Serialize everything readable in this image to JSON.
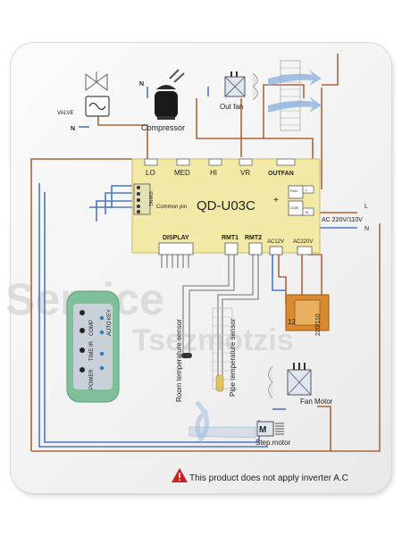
{
  "board": {
    "model": "QD-U03C",
    "plus": "+",
    "common_pin": "Common pin",
    "terminals": [
      "LO",
      "MED",
      "HI",
      "VR",
      "OUTFAN"
    ],
    "swing": "SWING",
    "display": "DISPLAY",
    "rmt1": "RMT1",
    "rmt2": "RMT2",
    "ac12v": "AC12V",
    "ac220v": "AC220V",
    "relay_top": "L",
    "relay_bottom": "N",
    "relay_mid": "CON",
    "relay_side": "FAN"
  },
  "power": {
    "label": "AC 220V/110V",
    "L": "L",
    "N": "N"
  },
  "components": {
    "valve": "VALVE",
    "valve_n": "N",
    "compressor": "Compressor",
    "compressor_n": "N",
    "out_fan": "Out fan",
    "room_sensor": "Room temperature sensor",
    "pipe_sensor": "Pipe temperature sensor",
    "fan_motor": "Fan Motor",
    "step_motor": "Step.motor",
    "transformer_12": "12",
    "transformer_220": "220/110"
  },
  "remote": {
    "buttons": [
      "POWER",
      "TIME",
      "IR",
      "COMP",
      "AUTO",
      "KEY"
    ]
  },
  "watermark": {
    "line1": "Service",
    "line2": "Tsezmotzis"
  },
  "warning": {
    "text": "This product does not apply inverter A.C"
  },
  "colors": {
    "board": "#f2e9a6",
    "wire_brown": "#b0653a",
    "wire_blue": "#4a78c8",
    "wire_gray": "#8a8a8a",
    "warning_red": "#d22020"
  }
}
